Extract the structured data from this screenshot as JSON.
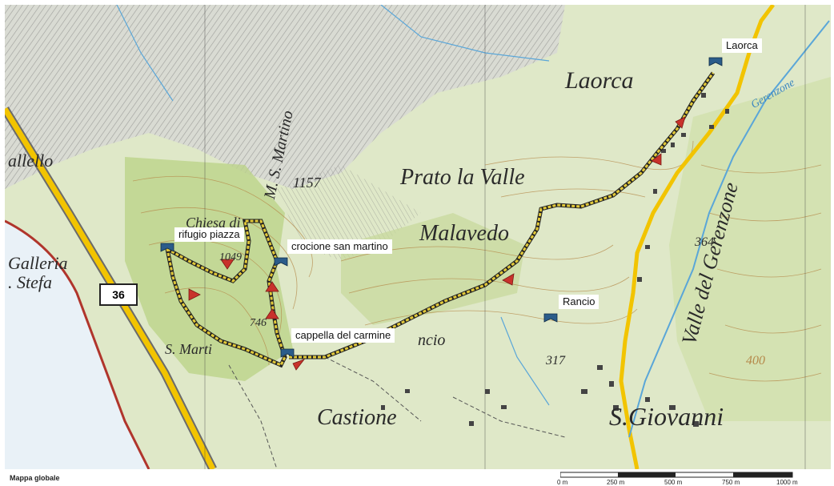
{
  "map": {
    "waypoints": [
      {
        "name": "Laorca"
      },
      {
        "name": "rifugio piazza"
      },
      {
        "name": "crocione san martino"
      },
      {
        "name": "Rancio"
      },
      {
        "name": "cappella del carmine"
      }
    ],
    "place_names": {
      "laorca": "Laorca",
      "prato_la_valle": "Prato la Valle",
      "malavedo": "Malavedo",
      "castione": "Castione",
      "s_giovanni": "S.Giovanni",
      "m_s_martino": "M. S. Martino",
      "vallello": "allello",
      "galleria": "Galleria",
      "s_stef": ". Stefa",
      "chiesa": "Chiesa di",
      "s_martino": "S. Marti",
      "valle_del_gerenzone": "Valle del Gerenzone",
      "gerenzone": "Gerenzone",
      "rancio": "ncio"
    },
    "elevations": {
      "e1157": "1157",
      "e364": "364",
      "e317": "317",
      "e400": "400",
      "e746": "746",
      "e1049": "1049"
    },
    "road_number": "36",
    "colors": {
      "track": "#e2c93a",
      "road": "#f2c400",
      "water": "#5aa6d8",
      "forest": "#c9dc9a",
      "lake": "#e9f1f7"
    }
  },
  "footer": {
    "title": "Mappa globale",
    "scale": [
      "0 m",
      "250 m",
      "500 m",
      "750 m",
      "1000 m"
    ]
  }
}
